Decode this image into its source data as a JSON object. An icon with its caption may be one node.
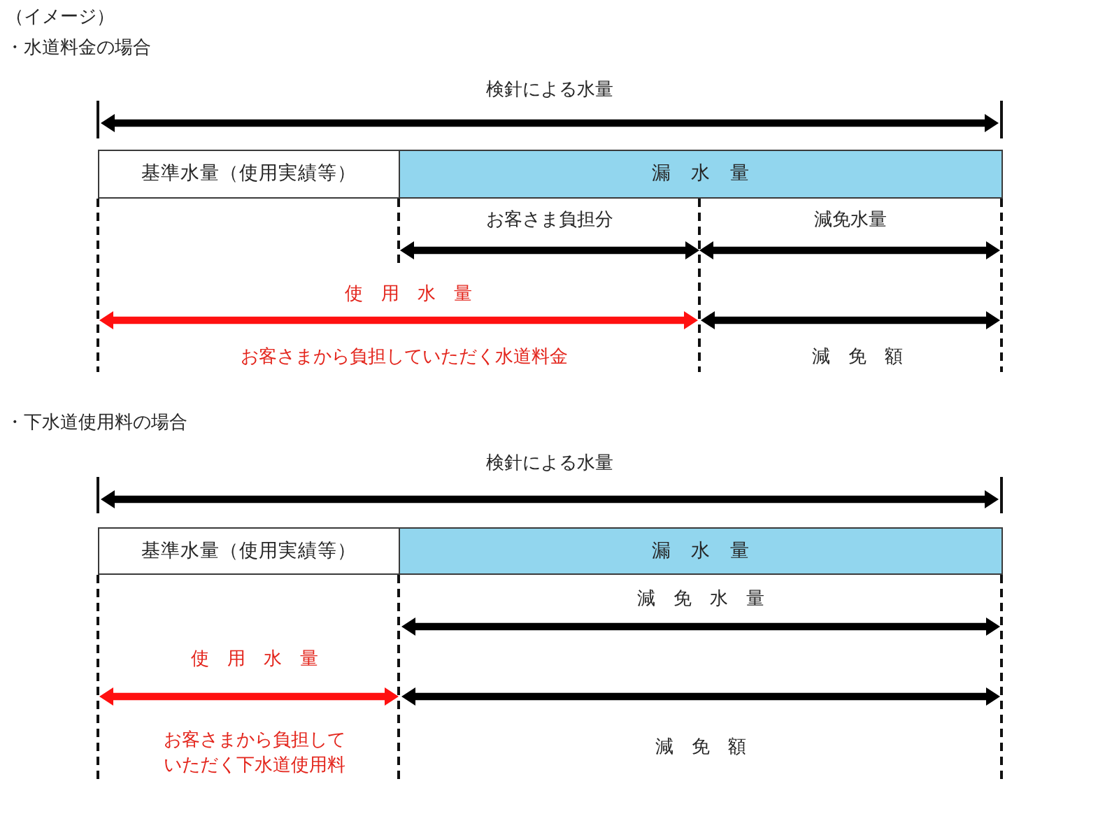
{
  "diagram": {
    "nodes": [
      {
        "text": [
          "基準水量（使用実績等）"
        ]
      },
      {
        "text": [
          "漏　水　量"
        ]
      },
      {
        "text": [
          "基準水量（使用実績等）"
        ]
      },
      {
        "text": [
          "漏　水　量"
        ]
      }
    ],
    "labels": [
      "（イメージ）",
      "・水道料金の場合",
      "検針による水量",
      "お客さま負担分",
      "減免水量",
      "使　用　水　量",
      "お客さまから負担していただく水道料金",
      "減　免　額",
      "・下水道使用料の場合",
      "検針による水量",
      "減　免　水　量",
      "使　用　水　量",
      "お客さまから負担していただく下水道使用料",
      "減　免　額"
    ]
  }
}
